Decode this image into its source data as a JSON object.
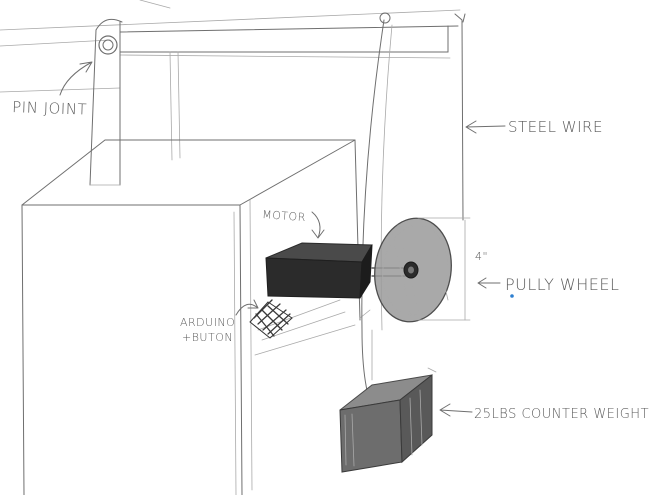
{
  "labels": {
    "pin_joint": "PIN JOINT",
    "steel_wire": "STEEL WIRE",
    "motor": "MOTOR",
    "dimension": "4\"",
    "pully_wheel": "PULLY WHEEL",
    "arduino_line1": "ARDUINO",
    "arduino_line2": "+BUTON",
    "counter_weight": "25LBS COUNTER WEIGHT"
  },
  "colors": {
    "pencil": "#6f6f6f",
    "motor_fill": "#2b2b2b",
    "wheel_fill": "#9a9a9a",
    "weight_fill": "#6d6d6d",
    "accent_dot": "#2e7fd0"
  }
}
